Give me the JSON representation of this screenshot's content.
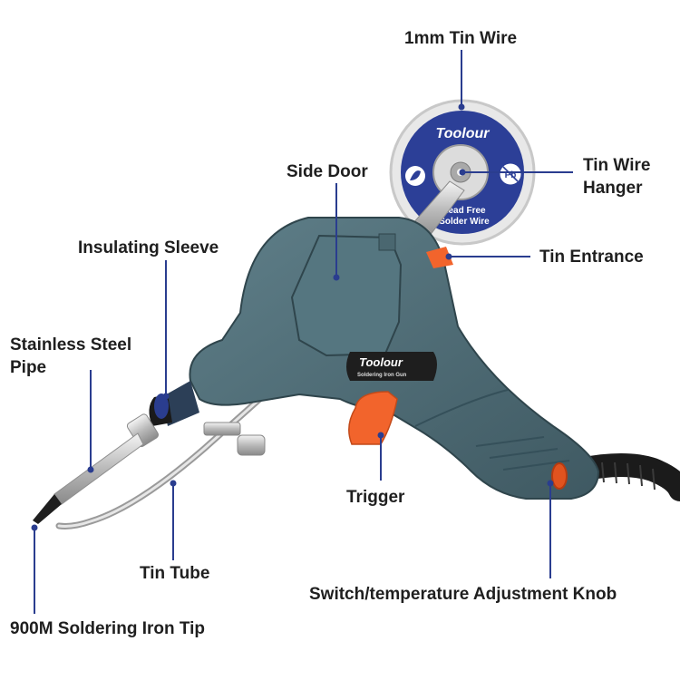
{
  "reel": {
    "brand": "Toolour",
    "line1": "Lead Free",
    "line2": "Solder Wire",
    "pb_symbol": "Pb"
  },
  "gun": {
    "brand": "Toolour",
    "subtitle": "Soldering Iron Gun"
  },
  "labels": {
    "tin_wire": "1mm Tin Wire",
    "side_door": "Side Door",
    "tin_wire_hanger_1": "Tin Wire",
    "tin_wire_hanger_2": "Hanger",
    "insulating_sleeve": "Insulating Sleeve",
    "tin_entrance": "Tin Entrance",
    "stainless_pipe_1": "Stainless Steel",
    "stainless_pipe_2": "Pipe",
    "trigger": "Trigger",
    "tin_tube": "Tin Tube",
    "switch_knob": "Switch/temperature Adjustment Knob",
    "tip": "900M Soldering Iron Tip"
  },
  "colors": {
    "body": "#4e6d77",
    "body_dark": "#3b555e",
    "trigger": "#f2642c",
    "reel_blue": "#2c3f97",
    "leader": "#2a3d8f"
  }
}
